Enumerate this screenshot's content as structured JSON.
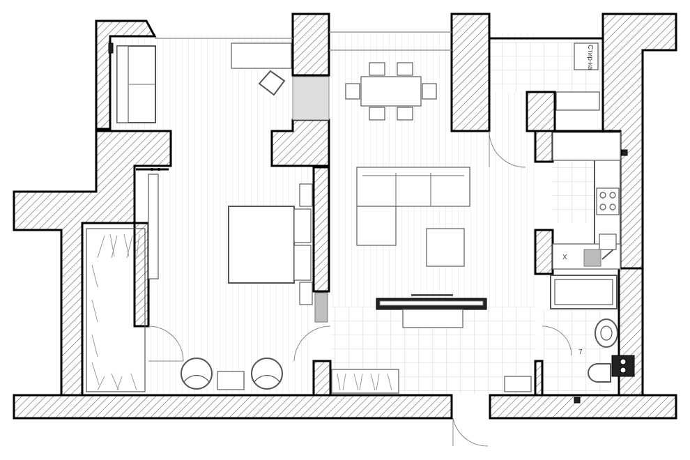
{
  "plan": {
    "labels": {
      "laundry": "Стир-ка",
      "cabinet_mark": "X",
      "wc_mark": "7"
    }
  },
  "colors": {
    "wall_stroke": "#000000",
    "hatch": "#555555",
    "furniture": "#666666",
    "tile_grid": "#d4d4d4",
    "floor_lines": "#e2e2e2"
  }
}
